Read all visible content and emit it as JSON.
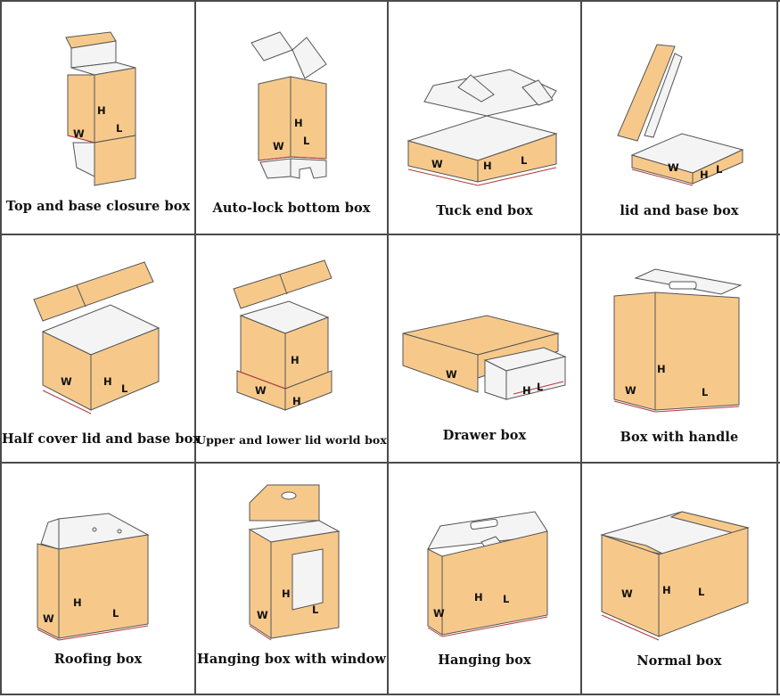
{
  "colors": {
    "carton": "#f6c98b",
    "carton_dark": "#e8ad64",
    "inner": "#f4f4f4",
    "edge": "#555555",
    "crease": "#b33a3a"
  },
  "dimension_labels": {
    "w": "W",
    "h": "H",
    "l": "L"
  },
  "boxes": [
    {
      "caption": "Top and base closure box",
      "icon": "top-and-base-closure-box-illustration"
    },
    {
      "caption": "Auto-lock bottom box",
      "icon": "auto-lock-bottom-box-illustration"
    },
    {
      "caption": "Tuck end box",
      "icon": "tuck-end-box-illustration"
    },
    {
      "caption": "lid and base box",
      "icon": "lid-and-base-box-illustration"
    },
    {
      "caption": "Half cover lid and base box",
      "icon": "half-cover-lid-box-illustration"
    },
    {
      "caption": "Upper and lower lid world box",
      "icon": "upper-lower-lid-box-illustration"
    },
    {
      "caption": "Drawer box",
      "icon": "drawer-box-illustration"
    },
    {
      "caption": "Box with handle",
      "icon": "box-with-handle-illustration"
    },
    {
      "caption": "Roofing box",
      "icon": "roofing-box-illustration"
    },
    {
      "caption": "Hanging box with window",
      "icon": "hanging-box-with-window-illustration"
    },
    {
      "caption": "Hanging box",
      "icon": "hanging-box-illustration"
    },
    {
      "caption": "Normal box",
      "icon": "normal-box-illustration"
    }
  ]
}
